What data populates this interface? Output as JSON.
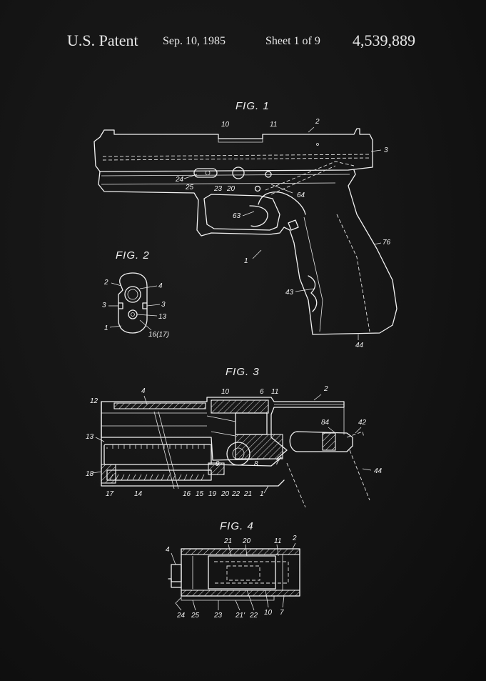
{
  "header": {
    "patent_label": "U.S. Patent",
    "date": "Sep. 10, 1985",
    "sheet": "Sheet 1 of 9",
    "patent_number": "4,539,889"
  },
  "figures": {
    "fig1": {
      "title": "FIG. 1",
      "labels": [
        "10",
        "11",
        "2",
        "3",
        "24",
        "25",
        "23",
        "20",
        "64",
        "63",
        "76",
        "1",
        "43",
        "44"
      ]
    },
    "fig2": {
      "title": "FIG. 2",
      "labels": [
        "2",
        "4",
        "3",
        "3",
        "13",
        "1",
        "16(17)"
      ]
    },
    "fig3": {
      "title": "FIG. 3",
      "labels": [
        "4",
        "10",
        "6",
        "11",
        "2",
        "12",
        "84",
        "42",
        "13",
        "9",
        "8",
        "7",
        "44",
        "18",
        "17",
        "14",
        "16",
        "15",
        "19",
        "20",
        "22",
        "21",
        "1"
      ]
    },
    "fig4": {
      "title": "FIG. 4",
      "labels": [
        "21",
        "20",
        "11",
        "2",
        "4",
        "24",
        "25",
        "23",
        "21'",
        "22",
        "10",
        "7"
      ]
    }
  }
}
